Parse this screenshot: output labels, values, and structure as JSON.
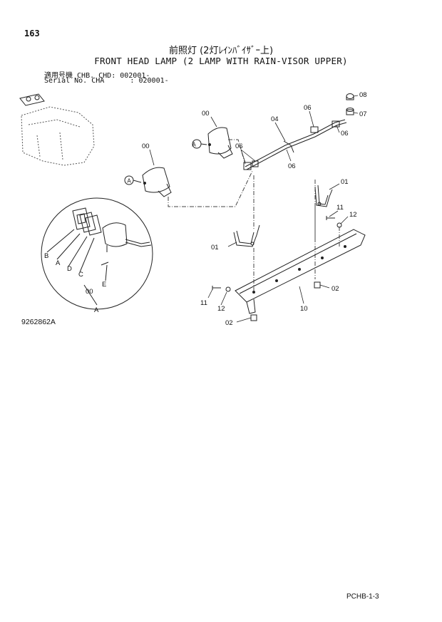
{
  "header": {
    "page_number": "163",
    "title_jp": "前照灯 (2灯ﾚｲﾝﾊﾞｲｻﾞｰ上)",
    "title_en": "FRONT HEAD LAMP (2 LAMP WITH RAIN-VISOR UPPER)",
    "serial_rows": [
      {
        "label": "適用号機",
        "model": "CHB. CHD:",
        "serial": "002001-"
      },
      {
        "label": "Serial No.",
        "model": "CHA      :",
        "serial": "020001-"
      }
    ]
  },
  "diagram": {
    "view_marker": "A",
    "part_labels": {
      "p00_upper": "00",
      "p00_left": "00",
      "p00_inset": "00",
      "p04": "04",
      "p06_top": "06",
      "p06_right": "06",
      "p06_left": "06",
      "p06_mid": "06",
      "p08": "08",
      "p07": "07",
      "p01_right": "01",
      "p01_left": "01",
      "p11_right": "11",
      "p12_right": "12",
      "p02_right": "02",
      "p10": "10",
      "p11_left": "11",
      "p12_left": "12",
      "p02_bottom": "02"
    },
    "inset_labels": {
      "b": "B",
      "a": "A",
      "d": "D",
      "c": "C",
      "e": "E",
      "view": "A"
    }
  },
  "footer": {
    "drawing_number": "9262862A",
    "page_code": "PCHB-1-3"
  }
}
